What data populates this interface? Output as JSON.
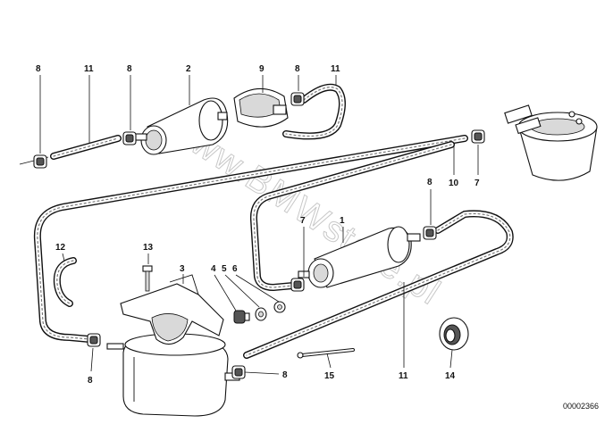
{
  "diagram": {
    "watermark": "www.BMWstore.pl",
    "drawing_number": "00002366",
    "callouts": [
      {
        "id": "c8a",
        "label": "8"
      },
      {
        "id": "c11a",
        "label": "11"
      },
      {
        "id": "c8b",
        "label": "8"
      },
      {
        "id": "c2",
        "label": "2"
      },
      {
        "id": "c9",
        "label": "9"
      },
      {
        "id": "c8c",
        "label": "8"
      },
      {
        "id": "c11b",
        "label": "11"
      },
      {
        "id": "c10",
        "label": "10"
      },
      {
        "id": "c7a",
        "label": "7"
      },
      {
        "id": "c8d",
        "label": "8"
      },
      {
        "id": "c7b",
        "label": "7"
      },
      {
        "id": "c1",
        "label": "1"
      },
      {
        "id": "c12",
        "label": "12"
      },
      {
        "id": "c13",
        "label": "13"
      },
      {
        "id": "c3",
        "label": "3"
      },
      {
        "id": "c4",
        "label": "4"
      },
      {
        "id": "c5",
        "label": "5"
      },
      {
        "id": "c6",
        "label": "6"
      },
      {
        "id": "c8e",
        "label": "8"
      },
      {
        "id": "c8f",
        "label": "8"
      },
      {
        "id": "c15",
        "label": "15"
      },
      {
        "id": "c11c",
        "label": "11"
      },
      {
        "id": "c14",
        "label": "14"
      }
    ]
  }
}
